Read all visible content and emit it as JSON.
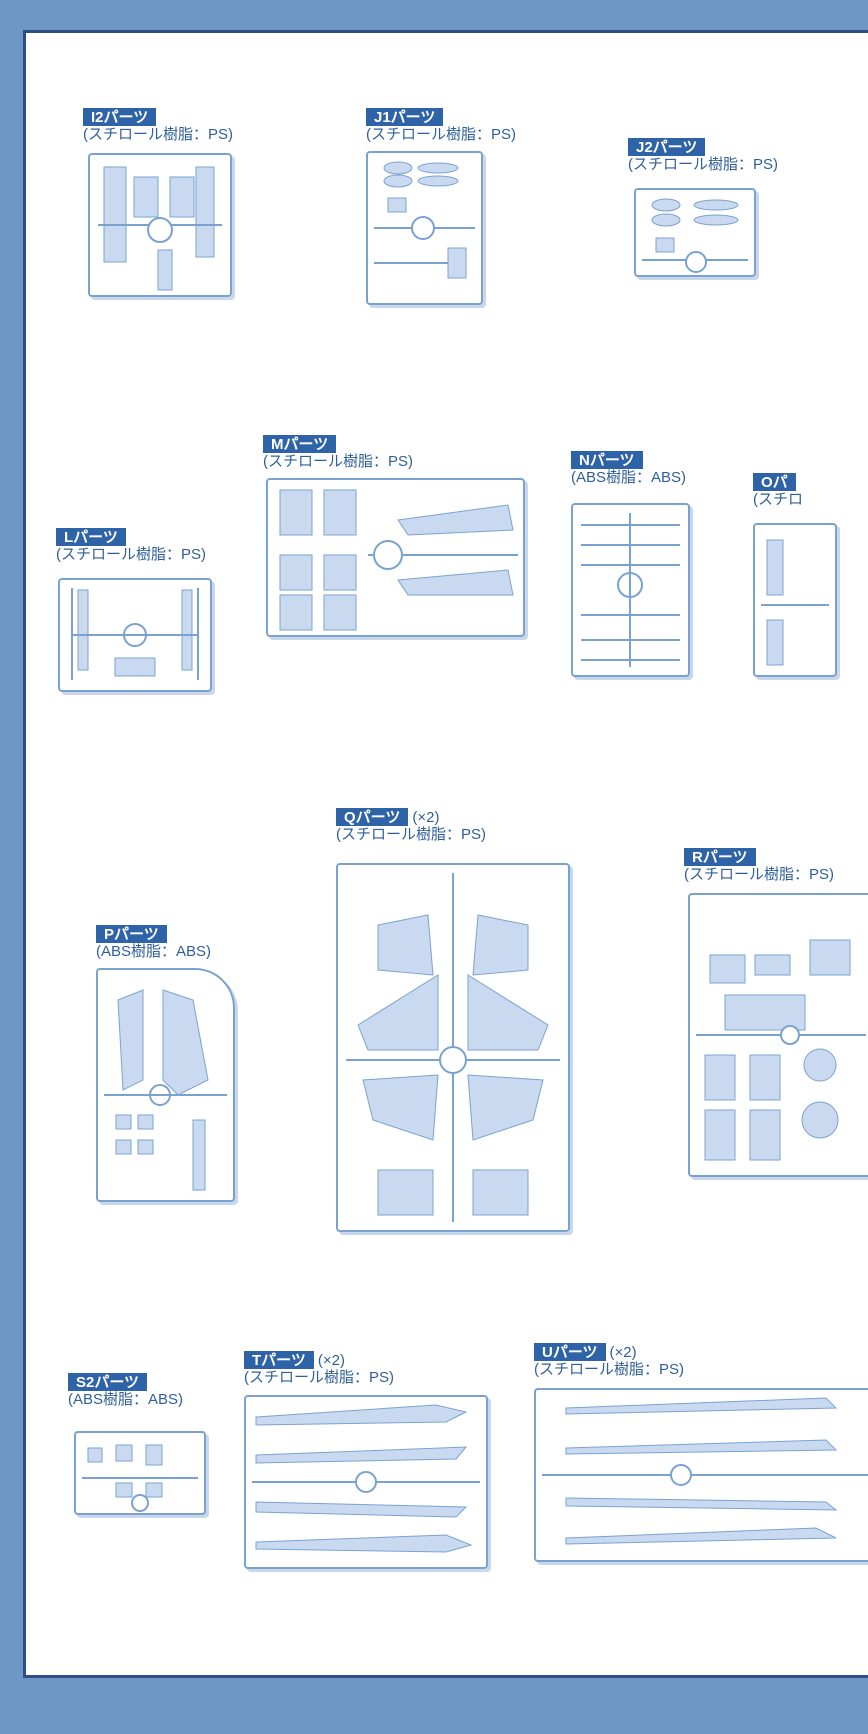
{
  "groups": [
    {
      "id": "i2",
      "name": "I2パーツ",
      "mult": "",
      "material": "(スチロール樹脂：PS)"
    },
    {
      "id": "j1",
      "name": "J1パーツ",
      "mult": "",
      "material": "(スチロール樹脂：PS)"
    },
    {
      "id": "j2",
      "name": "J2パーツ",
      "mult": "",
      "material": "(スチロール樹脂：PS)"
    },
    {
      "id": "m",
      "name": "Mパーツ",
      "mult": "",
      "material": "(スチロール樹脂：PS)"
    },
    {
      "id": "n",
      "name": "Nパーツ",
      "mult": "",
      "material": "(ABS樹脂：ABS)"
    },
    {
      "id": "o",
      "name": "Oパ",
      "mult": "",
      "material": "(スチロ"
    },
    {
      "id": "l",
      "name": "Lパーツ",
      "mult": "",
      "material": "(スチロール樹脂：PS)"
    },
    {
      "id": "q",
      "name": "Qパーツ",
      "mult": "(×2)",
      "material": "(スチロール樹脂：PS)"
    },
    {
      "id": "r",
      "name": "Rパーツ",
      "mult": "",
      "material": "(スチロール樹脂：PS)"
    },
    {
      "id": "p",
      "name": "Pパーツ",
      "mult": "",
      "material": "(ABS樹脂：ABS)"
    },
    {
      "id": "t",
      "name": "Tパーツ",
      "mult": "(×2)",
      "material": "(スチロール樹脂：PS)"
    },
    {
      "id": "u",
      "name": "Uパーツ",
      "mult": "(×2)",
      "material": "(スチロール樹脂：PS)"
    },
    {
      "id": "s2",
      "name": "S2パーツ",
      "mult": "",
      "material": "(ABS樹脂：ABS)"
    }
  ]
}
